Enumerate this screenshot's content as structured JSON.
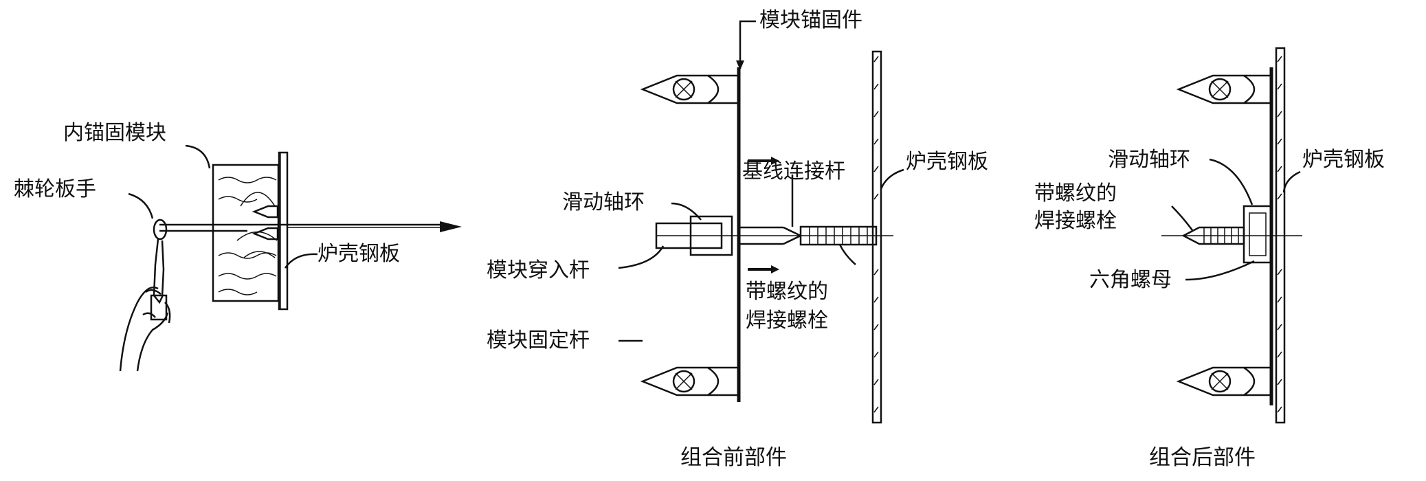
{
  "left_figure": {
    "labels": {
      "inner_anchor_module": "内锚固模块",
      "ratchet_wrench": "棘轮板手",
      "furnace_shell_plate": "炉壳钢板"
    }
  },
  "middle_figure": {
    "labels": {
      "module_anchor": "模块锚固件",
      "sliding_collar": "滑动轴环",
      "baseline_connecting_rod": "基线连接杆",
      "furnace_shell_plate": "炉壳钢板",
      "module_through_rod": "模块穿入杆",
      "threaded_weld_bolt": [
        "带螺纹的",
        "焊接螺栓"
      ],
      "module_fixing_rod": "模块固定杆"
    },
    "caption": "组合前部件"
  },
  "right_figure": {
    "labels": {
      "sliding_collar": "滑动轴环",
      "furnace_shell_plate": "炉壳钢板",
      "threaded_weld_bolt": [
        "带螺纹的",
        "焊接螺栓"
      ],
      "hex_nut": "六角螺母"
    },
    "caption": "组合后部件"
  }
}
